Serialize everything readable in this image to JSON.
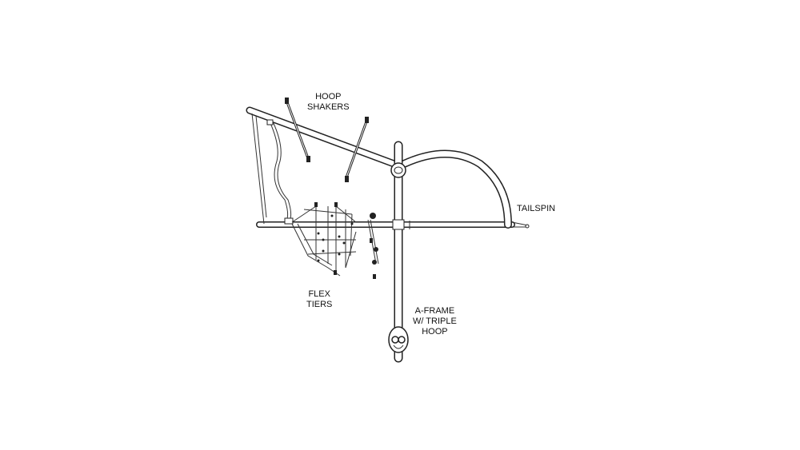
{
  "labels": {
    "hoop_shakers": [
      "HOOP",
      "SHAKERS"
    ],
    "tailspin": [
      "TAILSPIN"
    ],
    "flex_tiers": [
      "FLEX",
      "TIERS"
    ],
    "a_frame": [
      "A-FRAME",
      "W/ TRIPLE",
      "HOOP"
    ]
  },
  "colors": {
    "line": "#222222",
    "background": "#ffffff"
  }
}
